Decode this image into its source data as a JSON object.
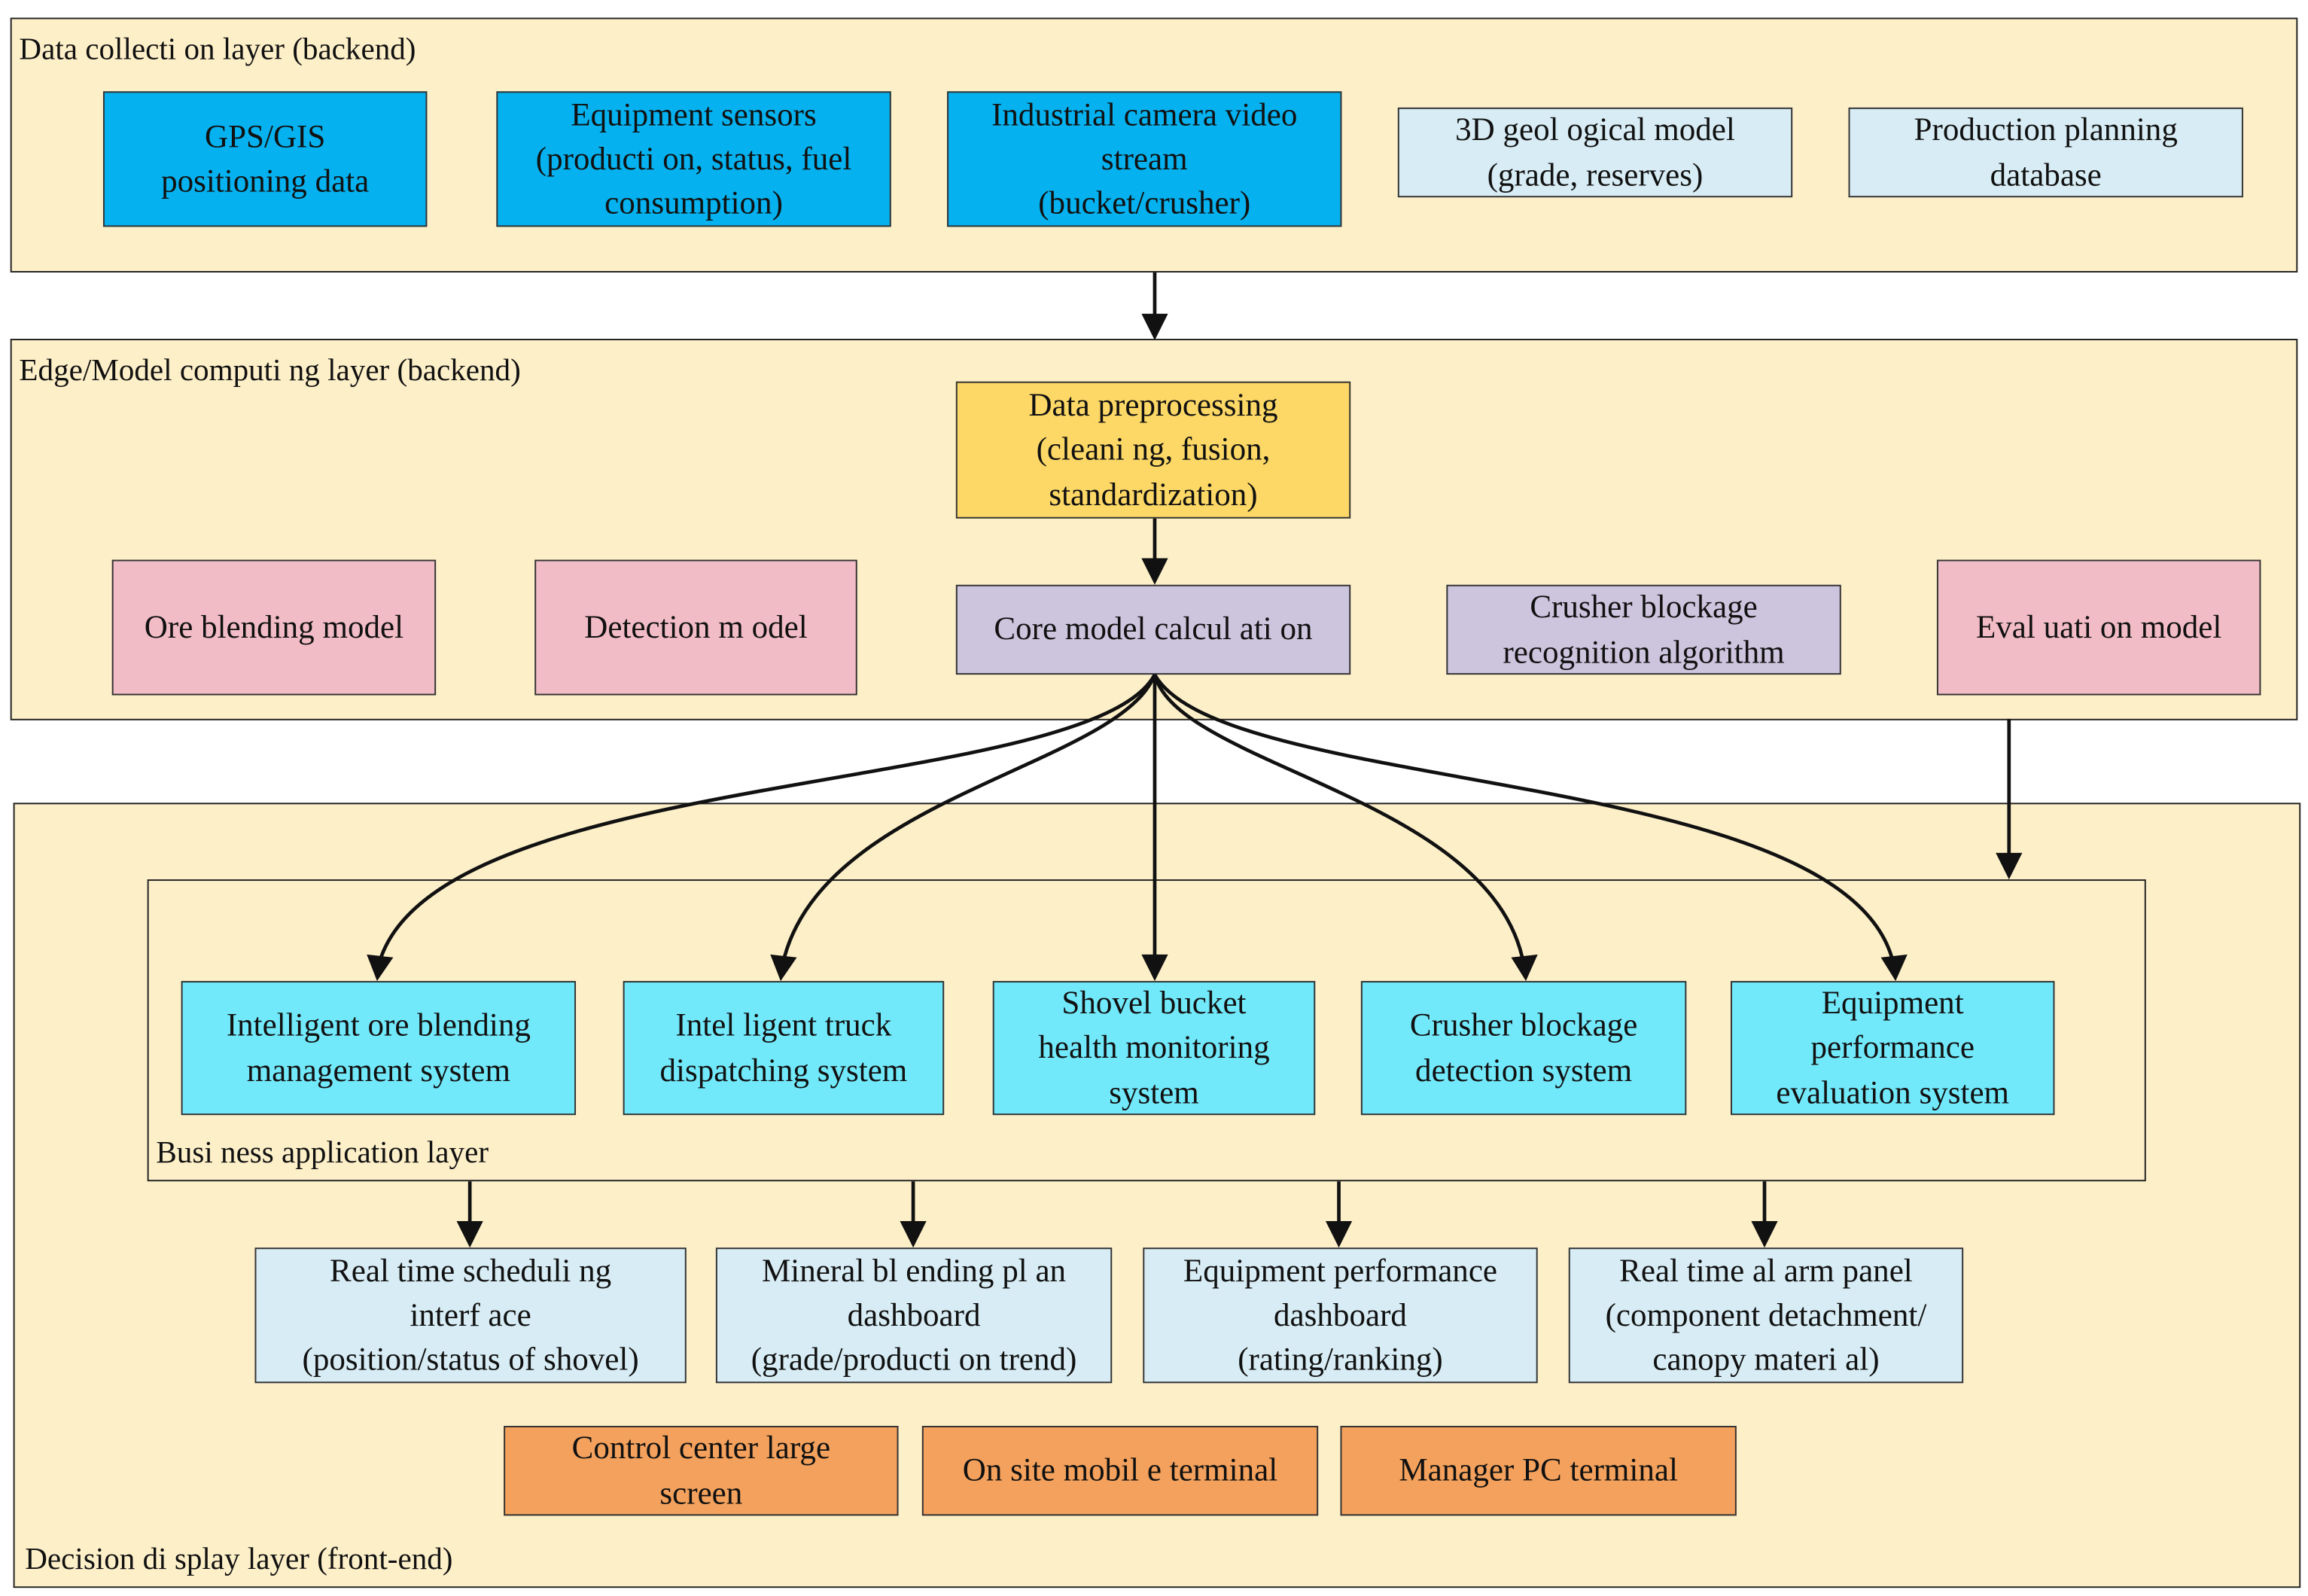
{
  "layers": {
    "data_collection": "Data collecti on layer (backend)",
    "edge_model": "Edge/Model computi ng layer (backend)",
    "business": "Busi ness application layer",
    "decision": "Decision di splay layer (front-end)"
  },
  "data_sources": [
    {
      "lines": [
        "GPS/GIS",
        "positioning data"
      ]
    },
    {
      "lines": [
        "Equipment sensors",
        "(producti on, status, fuel",
        "consumption)"
      ]
    },
    {
      "lines": [
        "Industrial camera video",
        "stream",
        "(bucket/crusher)"
      ]
    },
    {
      "lines": [
        "3D geol ogical model",
        "(grade, reserves)"
      ]
    },
    {
      "lines": [
        "Production planning",
        "database"
      ]
    }
  ],
  "preprocessing": {
    "lines": [
      "Data preprocessing",
      "(cleani ng, fusion,",
      "standardization)"
    ]
  },
  "models": {
    "ore_blending": {
      "lines": [
        "Ore blending model"
      ]
    },
    "detection": {
      "lines": [
        "Detection m odel"
      ]
    },
    "core": {
      "lines": [
        "Core model calcul ati on"
      ]
    },
    "crusher_algo": {
      "lines": [
        "Crusher blockage",
        "recognition algorithm"
      ]
    },
    "evaluation": {
      "lines": [
        "Eval uati on model"
      ]
    }
  },
  "applications": [
    {
      "lines": [
        "Intelligent ore blending",
        "management system"
      ]
    },
    {
      "lines": [
        "Intel ligent truck",
        "dispatching system"
      ]
    },
    {
      "lines": [
        "Shovel bucket",
        "health monitoring",
        "system"
      ]
    },
    {
      "lines": [
        "Crusher blockage",
        "detection system"
      ]
    },
    {
      "lines": [
        "Equipment",
        "performance",
        "evaluation system"
      ]
    }
  ],
  "dashboards": [
    {
      "lines": [
        "Real  time scheduli ng",
        "interf ace",
        "(position/status of shovel)"
      ]
    },
    {
      "lines": [
        "Mineral bl ending pl an",
        "dashboard",
        "(grade/producti on trend)"
      ]
    },
    {
      "lines": [
        "Equipment performance",
        "dashboard",
        "(rating/ranking)"
      ]
    },
    {
      "lines": [
        "Real  time al arm panel",
        "(component detachment/",
        "canopy materi al)"
      ]
    }
  ],
  "terminals": [
    {
      "lines": [
        "Control center large",
        "screen"
      ]
    },
    {
      "lines": [
        "On site mobil e terminal"
      ]
    },
    {
      "lines": [
        "Manager PC terminal"
      ]
    }
  ],
  "colors": {
    "layer_fill": "#fdefc8",
    "data_source_primary": "#05b1ee",
    "data_source_secondary": "#d7ecf4",
    "preprocessing": "#fdd866",
    "model": "#f2bcc6",
    "core": "#cdc4dd",
    "application": "#72e9fb",
    "dashboard": "#d7ecf4",
    "terminal": "#f3a15c"
  }
}
